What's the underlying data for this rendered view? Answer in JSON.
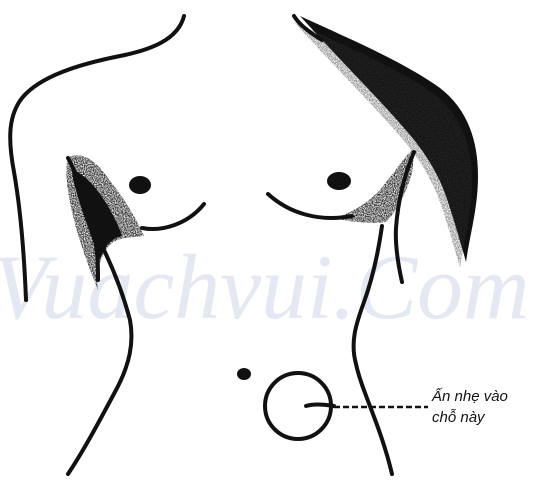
{
  "annotation": {
    "line1": "Ấn nhẹ vào",
    "line2": "chỗ này"
  },
  "watermark": {
    "text": "Vuachvui.Com"
  },
  "colors": {
    "ink": "#111111",
    "shade": "#222222",
    "watermark": "#e3e8f2",
    "background": "#ffffff"
  }
}
